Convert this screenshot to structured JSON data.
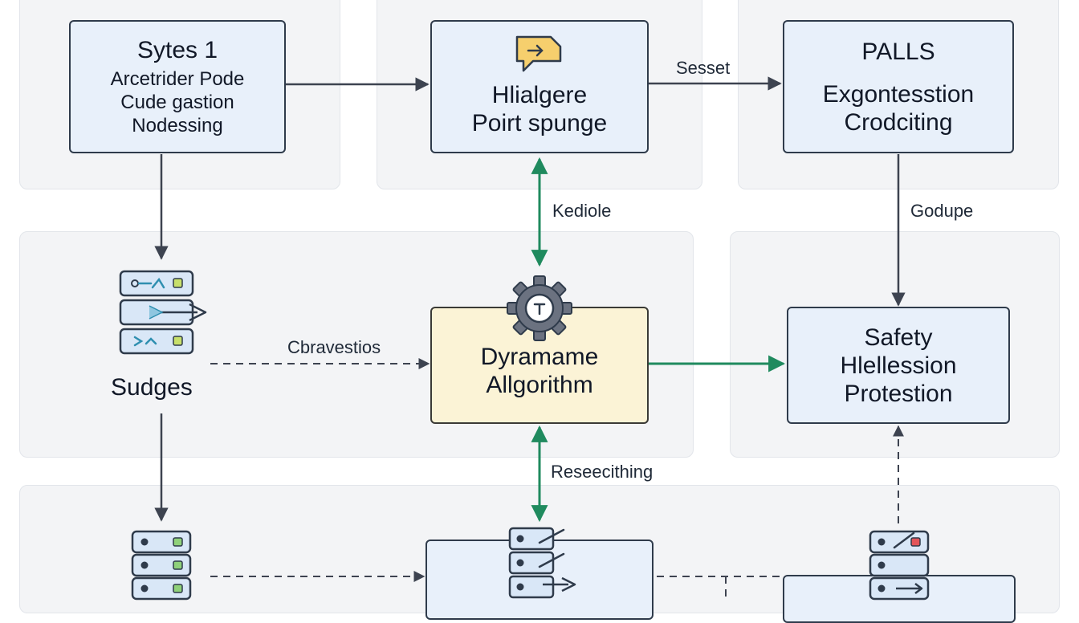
{
  "nodes": {
    "systems": {
      "title": "Sytes 1",
      "lines": [
        "Arcetrider Pode",
        "Cude gastion",
        "Nodessing"
      ]
    },
    "point": {
      "lines": [
        "Hlialgere",
        "Poirt spunge"
      ]
    },
    "palls": {
      "title": "PALLS",
      "lines": [
        "Exgontesstion",
        "Crodciting"
      ]
    },
    "dynamic": {
      "lines": [
        "Dyramame",
        "Allgorithm"
      ]
    },
    "safety": {
      "lines": [
        "Safety",
        "Hlellession",
        "Protestion"
      ]
    },
    "sudges": {
      "label": "Sudges"
    }
  },
  "edges": {
    "sesset": "Sesset",
    "kediole": "Kediole",
    "godupe": "Godupe",
    "cbravestios": "Cbravestios",
    "reseecithing": "Reseecithing"
  },
  "colors": {
    "panel": "#f3f4f6",
    "node_fill": "#e8f0fa",
    "core_fill": "#fbf3d6",
    "dark_arrow": "#3d4350",
    "green_arrow": "#1f8a5e"
  },
  "icons": [
    "chat-bubble-icon",
    "gear-icon",
    "server-stack-icon",
    "database-icon"
  ]
}
